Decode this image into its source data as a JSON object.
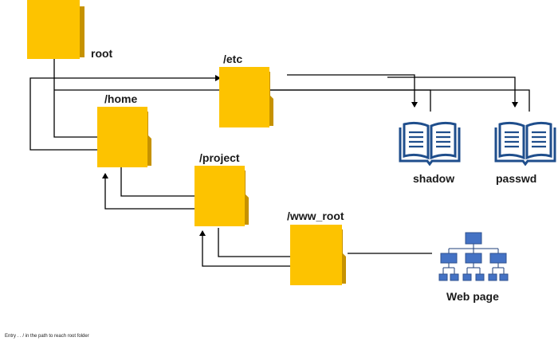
{
  "folders": {
    "root": {
      "label": "root"
    },
    "etc": {
      "label": "/etc"
    },
    "home": {
      "label": "/home"
    },
    "project": {
      "label": "/project"
    },
    "www_root": {
      "label": "/www_root"
    }
  },
  "files": {
    "shadow": {
      "label": "shadow",
      "icon": "book-icon"
    },
    "passwd": {
      "label": "passwd",
      "icon": "book-icon"
    }
  },
  "webpage": {
    "label": "Web page",
    "icon": "sitemap-icon"
  },
  "footnote": "Entry . . / in the path to reach root folder",
  "colors": {
    "folder_fill": "#FDC300",
    "folder_side": "#C69200",
    "line": "#000000",
    "book_stroke": "#1F4E8C",
    "sitemap_fill": "#4472C4"
  }
}
